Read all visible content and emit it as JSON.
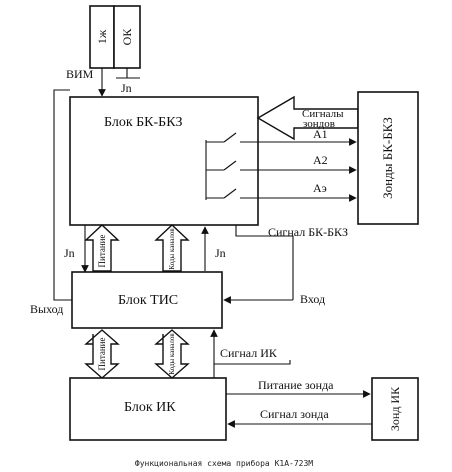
{
  "blocks": {
    "bk_bkz": "Блок БК-БКЗ",
    "tis": "Блок ТИС",
    "ik": "Блок ИК",
    "sondes_bkz": "Зонды БК-БКЗ",
    "sonde_ik": "Зонд ИК",
    "top_left": "1ж",
    "top_right": "ОК"
  },
  "labels": {
    "vim": "ВИМ",
    "jn_top": "Jn",
    "jn_left": "Jn",
    "jn_right": "Jn",
    "sonde_signals_1": "Сигналы",
    "sonde_signals_2": "зондов",
    "a1": "A1",
    "a2": "A2",
    "a3": "Aэ",
    "signal_bk_bkz": "Сигнал БК-БКЗ",
    "input": "Вход",
    "output": "Выход",
    "signal_ik": "Сигнал ИК",
    "sonde_power": "Питание зонда",
    "sonde_signal": "Сигнал зонда",
    "power_upper": "Питание",
    "channel_codes_upper": "Коды каналов",
    "power_lower": "Питание",
    "channel_codes_lower": "Коды каналов"
  },
  "caption": "Функциональная схема прибора  К1А-723М"
}
